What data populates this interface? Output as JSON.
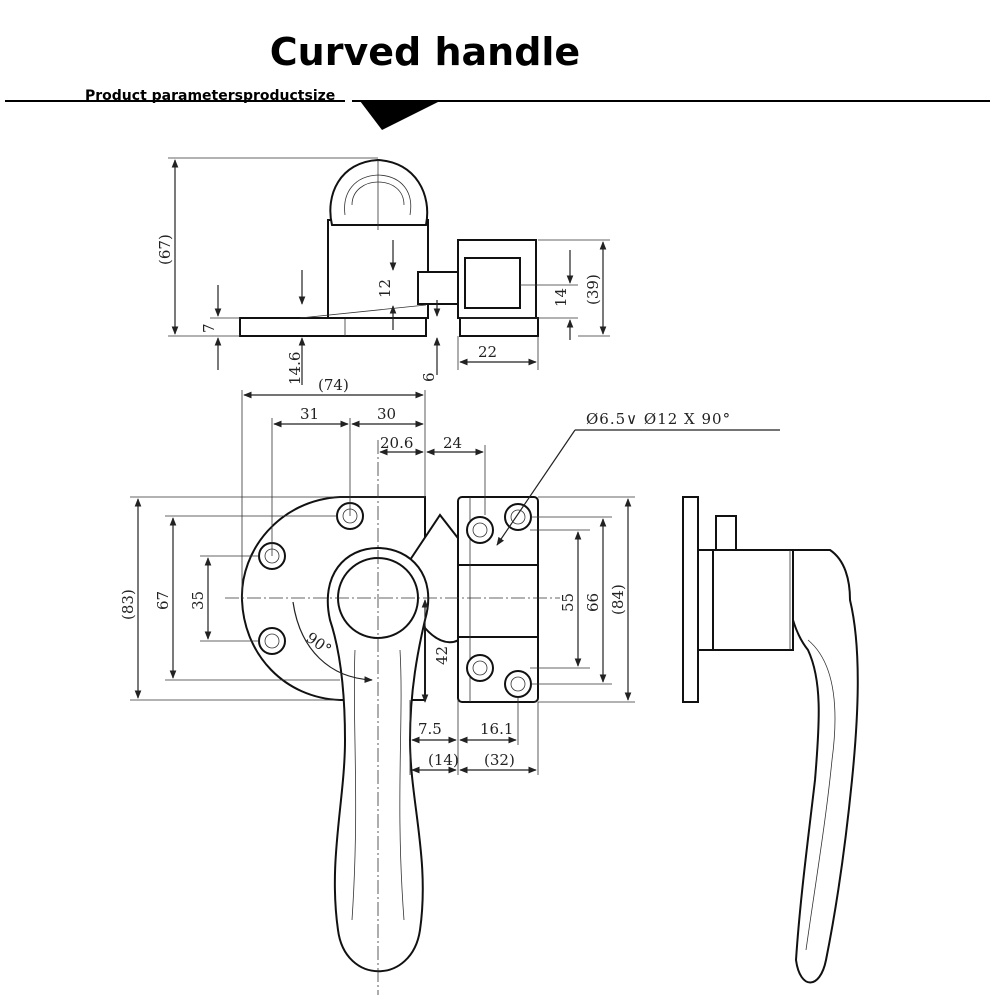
{
  "header": {
    "title": "Curved handle",
    "subtitle": "Product parametersproductsize"
  },
  "dimensions": {
    "top_height": "(67)",
    "top_12": "12",
    "top_7": "7",
    "top_14_6": "14.6",
    "top_6": "6",
    "top_22": "22",
    "top_14": "14",
    "top_39": "(39)",
    "front_74": "(74)",
    "front_31": "31",
    "front_30": "30",
    "front_20_6": "20.6",
    "front_24": "24",
    "hole_note": "Ø6.5∨ Ø12 X 90°",
    "front_83": "(83)",
    "front_67": "67",
    "front_35": "35",
    "angle_90": "90°",
    "front_42": "42",
    "front_55": "55",
    "front_66": "66",
    "front_84": "(84)",
    "front_7_5": "7.5",
    "front_16_1": "16.1",
    "front_14": "(14)",
    "front_32": "(32)"
  }
}
